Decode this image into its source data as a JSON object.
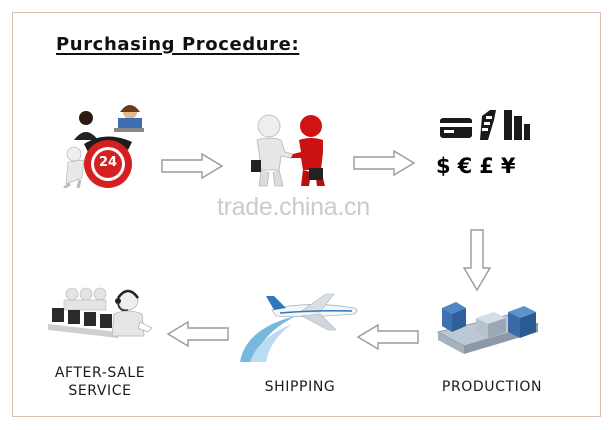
{
  "title": "Purchasing Procedure:",
  "watermark": "trade.china.cn",
  "steps": [
    {
      "id": "service-24",
      "label": "",
      "icon": "customer-service-24h-icon"
    },
    {
      "id": "handshake",
      "label": "",
      "icon": "handshake-icon"
    },
    {
      "id": "payment",
      "label": "",
      "icon": "payment-icon",
      "currency": "$€£¥"
    },
    {
      "id": "production",
      "label": "PRODUCTION",
      "icon": "factory-machine-icon"
    },
    {
      "id": "shipping",
      "label": "SHIPPING",
      "icon": "airplane-icon"
    },
    {
      "id": "after-sale",
      "label": "AFTER-SALE\nSERVICE",
      "icon": "call-center-icon"
    }
  ],
  "badge_24": "24",
  "colors": {
    "accent_red": "#d42020",
    "arrow_gray": "#9a9a9a",
    "border": "#d9bfb4"
  }
}
